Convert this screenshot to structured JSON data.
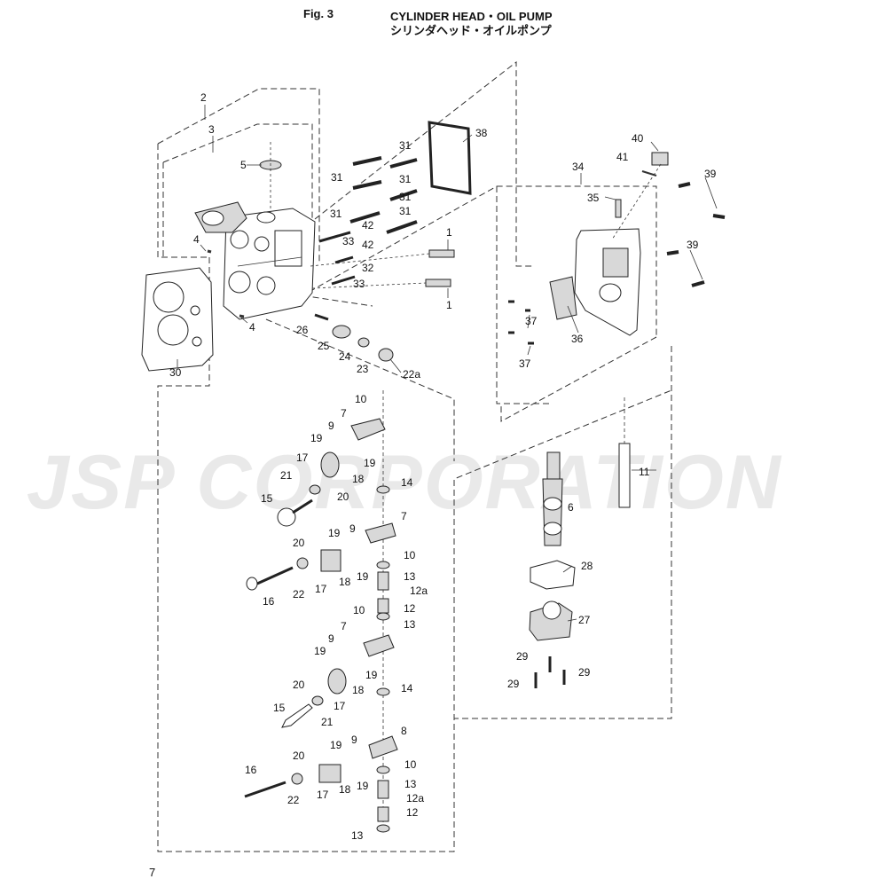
{
  "header": {
    "fig": "Fig. 3",
    "title_en": "CYLINDER HEAD・OIL PUMP",
    "title_jp": "シリンダヘッド・オイルポンプ"
  },
  "watermark": "JSP CORPORATION",
  "page_number": "7",
  "callouts": {
    "c1a": "1",
    "c1b": "1",
    "c2": "2",
    "c3": "3",
    "c4a": "4",
    "c4b": "4",
    "c5": "5",
    "c6": "6",
    "c7a": "7",
    "c7b": "7",
    "c7c": "7",
    "c8": "8",
    "c9a": "9",
    "c9b": "9",
    "c9c": "9",
    "c9d": "9",
    "c10a": "10",
    "c10b": "10",
    "c10c": "10",
    "c10d": "10",
    "c11": "11",
    "c12a": "12",
    "c12b": "12",
    "c12aa": "12a",
    "c12ab": "12a",
    "c13a": "13",
    "c13b": "13",
    "c13c": "13",
    "c13d": "13",
    "c14a": "14",
    "c14b": "14",
    "c15a": "15",
    "c15b": "15",
    "c16a": "16",
    "c16b": "16",
    "c17a": "17",
    "c17b": "17",
    "c17c": "17",
    "c17d": "17",
    "c18a": "18",
    "c18b": "18",
    "c18c": "18",
    "c18d": "18",
    "c19a": "19",
    "c19b": "19",
    "c19c": "19",
    "c19d": "19",
    "c19e": "19",
    "c19f": "19",
    "c19g": "19",
    "c19h": "19",
    "c20a": "20",
    "c20b": "20",
    "c20c": "20",
    "c20d": "20",
    "c21a": "21",
    "c21b": "21",
    "c22a": "22",
    "c22b": "22",
    "c22x": "22a",
    "c23": "23",
    "c24": "24",
    "c25": "25",
    "c26": "26",
    "c27": "27",
    "c28": "28",
    "c29a": "29",
    "c29b": "29",
    "c29c": "29",
    "c30": "30",
    "c31a": "31",
    "c31b": "31",
    "c31c": "31",
    "c31d": "31",
    "c31e": "31",
    "c31f": "31",
    "c32": "32",
    "c33a": "33",
    "c33b": "33",
    "c34": "34",
    "c35": "35",
    "c36": "36",
    "c37a": "37",
    "c37b": "37",
    "c38": "38",
    "c39a": "39",
    "c39b": "39",
    "c40": "40",
    "c41": "41",
    "c42a": "42",
    "c42b": "42"
  }
}
